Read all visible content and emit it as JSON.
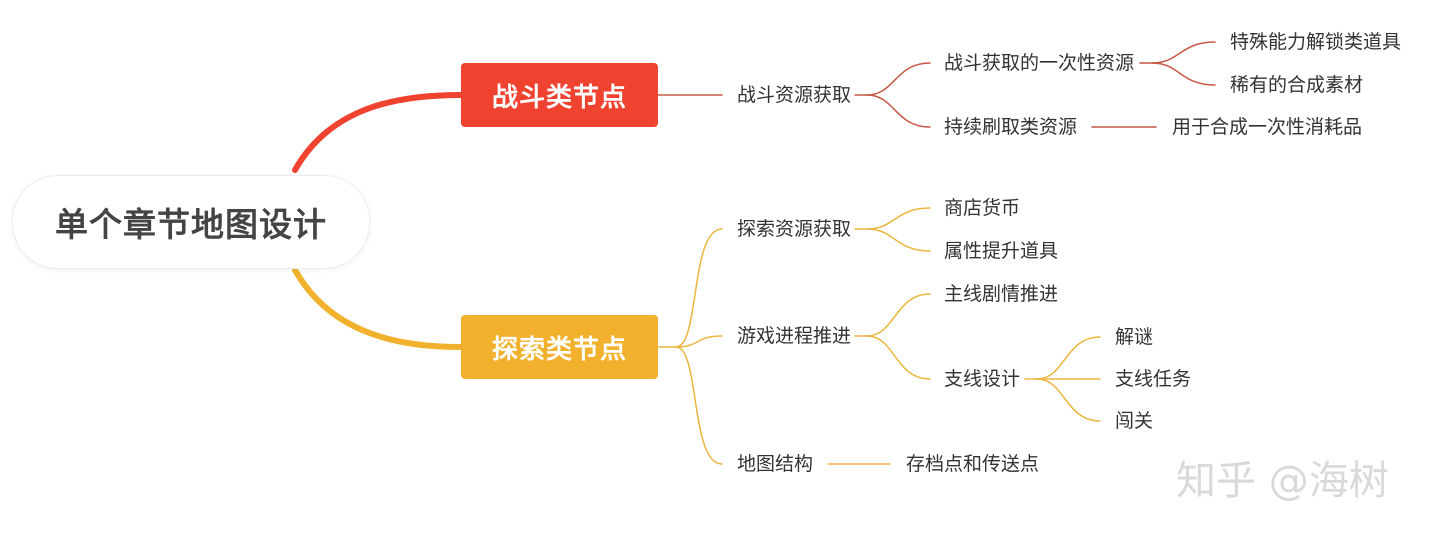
{
  "root": {
    "title": "单个章节地图设计"
  },
  "branches": {
    "battle": {
      "label": "战斗类节点",
      "resource_gain": {
        "label": "战斗资源获取",
        "one_time": {
          "label": "战斗获取的一次性资源",
          "children": [
            "特殊能力解锁类道具",
            "稀有的合成素材"
          ]
        },
        "farmable": {
          "label": "持续刷取类资源",
          "child": "用于合成一次性消耗品"
        }
      }
    },
    "explore": {
      "label": "探索类节点",
      "resource": {
        "label": "探索资源获取",
        "children": [
          "商店货币",
          "属性提升道具"
        ]
      },
      "progress": {
        "label": "游戏进程推进",
        "main_story": "主线剧情推进",
        "side_design": {
          "label": "支线设计",
          "children": [
            "解谜",
            "支线任务",
            "闯关"
          ]
        }
      },
      "map_structure": {
        "label": "地图结构",
        "child": "存档点和传送点"
      }
    }
  },
  "watermark": {
    "text": "知乎 @海树"
  },
  "colors": {
    "red": "#f0432f",
    "amber": "#f2b12c",
    "red_line": "#c65846",
    "amber_line": "#ebb63e"
  }
}
